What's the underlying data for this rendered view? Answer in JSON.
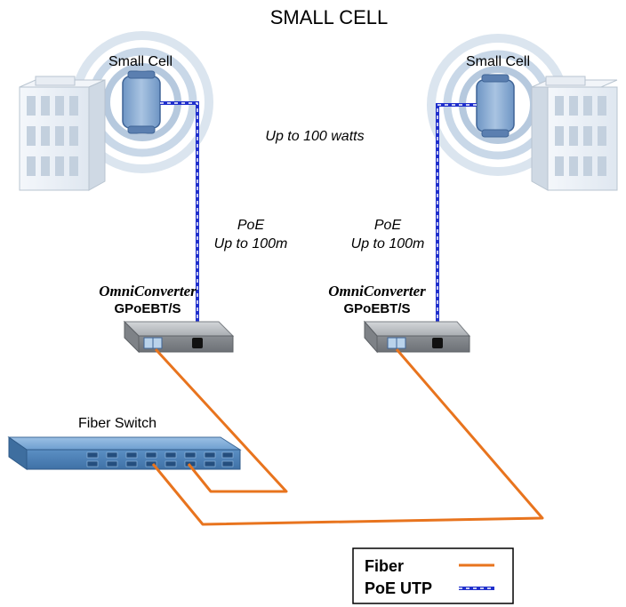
{
  "title": "SMALL CELL",
  "left_site": {
    "cell_label": "Small Cell"
  },
  "right_site": {
    "cell_label": "Small Cell"
  },
  "power_note": "Up to 100 watts",
  "left_link": {
    "line1": "PoE",
    "line2": "Up to 100m"
  },
  "right_link": {
    "line1": "PoE",
    "line2": "Up to 100m"
  },
  "left_converter": {
    "brand": "OmniConverter",
    "model": "GPoEBT/S"
  },
  "right_converter": {
    "brand": "OmniConverter",
    "model": "GPoEBT/S"
  },
  "switch_label": "Fiber Switch",
  "legend": {
    "items": [
      {
        "label": "Fiber",
        "line_style": "solid"
      },
      {
        "label": "PoE UTP",
        "line_style": "dashed"
      }
    ]
  },
  "colors": {
    "fiber": "#e8741e",
    "poe_utp": "#1f2fcc",
    "building": "#e4ebf3",
    "signal_ring": "#c8d6e6",
    "device_blue": "#8fb0d6",
    "converter": "#9a9ea3",
    "switch": "#5f93c8"
  }
}
